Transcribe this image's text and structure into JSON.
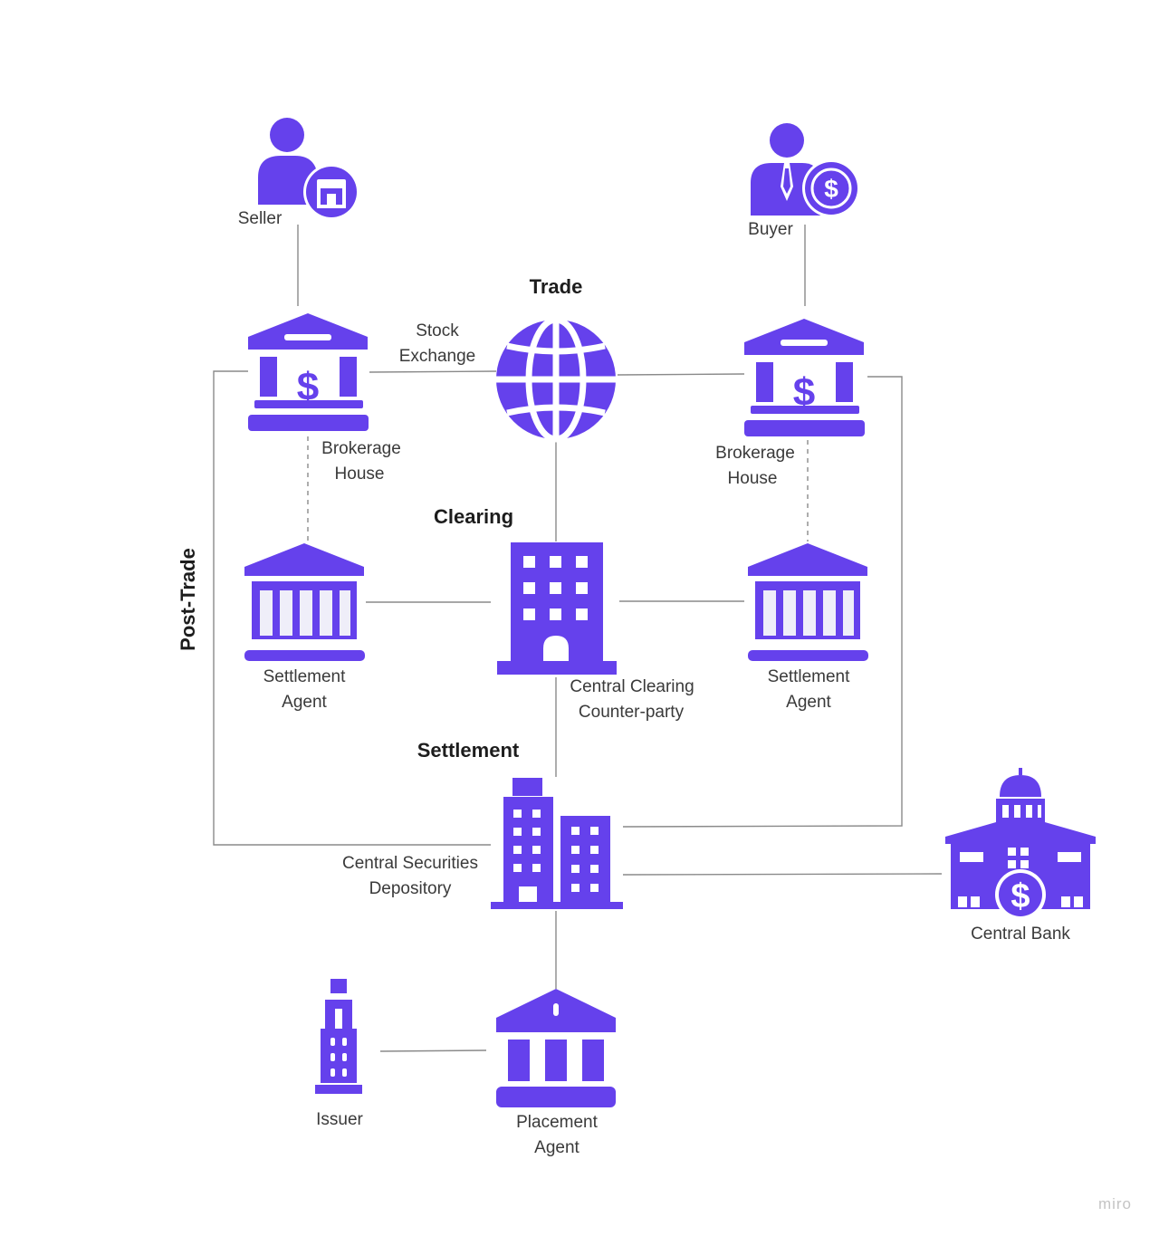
{
  "colors": {
    "icon": "#6541ec",
    "connector": "#8a8a8a",
    "text": "#3a3a3a"
  },
  "headings": {
    "trade": "Trade",
    "clearing": "Clearing",
    "settlement": "Settlement",
    "post_trade": "Post-Trade"
  },
  "nodes": {
    "seller": {
      "label": "Seller",
      "icon": "seller-store-icon"
    },
    "buyer": {
      "label": "Buyer",
      "icon": "buyer-dollar-icon"
    },
    "stock_exchange": {
      "line1": "Stock",
      "line2": "Exchange",
      "icon": "globe-icon"
    },
    "brokerage_left": {
      "line1": "Brokerage",
      "line2": "House",
      "icon": "bank-dollar-icon"
    },
    "brokerage_right": {
      "line1": "Brokerage",
      "line2": "House",
      "icon": "bank-dollar-icon"
    },
    "settlement_agent_left": {
      "line1": "Settlement",
      "line2": "Agent",
      "icon": "bank-columns-icon"
    },
    "settlement_agent_right": {
      "line1": "Settlement",
      "line2": "Agent",
      "icon": "bank-columns-icon"
    },
    "ccp": {
      "line1": "Central Clearing",
      "line2": "Counter-party",
      "icon": "office-building-icon"
    },
    "csd": {
      "line1": "Central Securities",
      "line2": "Depository",
      "icon": "city-buildings-icon"
    },
    "central_bank": {
      "label": "Central Bank",
      "icon": "central-bank-icon"
    },
    "issuer": {
      "label": "Issuer",
      "icon": "tower-icon"
    },
    "placement_agent": {
      "line1": "Placement",
      "line2": "Agent",
      "icon": "bank-icon"
    }
  },
  "watermark": "miro"
}
